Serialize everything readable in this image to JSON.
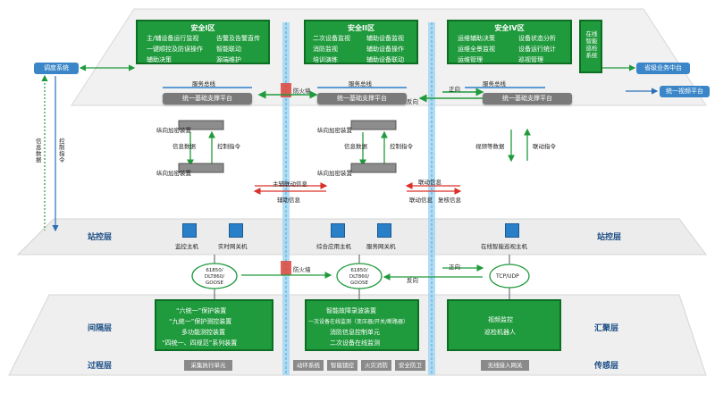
{
  "zones": {
    "z1": {
      "title": "安全I区",
      "items": [
        "主/辅设备运行监视",
        "告警及告警直传",
        "一键顺控及防误操作",
        "智能联动",
        "辅助决策",
        "源端维护"
      ]
    },
    "z2": {
      "title": "安全II区",
      "items": [
        "二次设备监视",
        "辅助设备监视",
        "消防监视",
        "辅助设备操作",
        "培训演练",
        "辅助设备联动"
      ]
    },
    "z4": {
      "title": "安全IV区",
      "items": [
        "运维辅助决策",
        "设备状态分析",
        "运维全景监视",
        "设备运行统计",
        "运维管理",
        "巡视管理"
      ]
    },
    "patrol": "在线智能巡检系统"
  },
  "platforms": {
    "p1": "统一基础支撑平台",
    "p2": "统一基础支撑平台",
    "p4": "统一基础支撑平台"
  },
  "bus": {
    "b1": "服务总线",
    "b2": "服务总线",
    "b4": "服务总线"
  },
  "external": {
    "dispatch": "调度系统",
    "supervision": "省级业务中台",
    "video": "统一视频平台"
  },
  "side_labels": {
    "info_data": "信息数据",
    "control_cmd": "控制指令"
  },
  "firewall": {
    "top": "防火墙",
    "bottom": "防火墙"
  },
  "direction": {
    "forward_top": "正向",
    "reverse_top": "反向",
    "forward_bottom": "正向",
    "reverse_bottom": "反向"
  },
  "crypto": {
    "a1": "纵向加密装置",
    "a2": "纵向加密装置",
    "b1": "纵向加密装置",
    "b2": "纵向加密装置"
  },
  "flow_labels": {
    "info_a": "信息数据",
    "ctrl_a": "控制指令",
    "info_b": "信息数据",
    "ctrl_b": "控制指令",
    "video_data": "视频等数据",
    "linkage_cmd": "联动指令",
    "main_aux_link": "主辅联动信息",
    "aux_info": "辅助信息",
    "link_info": "联动信息",
    "link_info2": "联动信息",
    "recheck_info": "复核信息"
  },
  "station": {
    "monitor_host": "监控主机",
    "rt_gateway": "实时网关机",
    "app_host": "综合应用主机",
    "svc_gateway": "服务网关机",
    "patrol_host": "在线智能巡视主机"
  },
  "layers": {
    "station_left": "站控层",
    "station_right": "站控层",
    "bay": "间隔层",
    "process": "过程层",
    "aggregation": "汇聚层",
    "sensing": "传感层"
  },
  "clouds": {
    "c1": "61850/ DLT860/ GOOSE",
    "c2": "61850/ DLT860/ GOOSE",
    "c3": "TCP/UDP"
  },
  "bay_boxes": {
    "left": [
      "“六统一”保护装置",
      "“九统一”保护测控装置",
      "多功能测控装置",
      "“四统一、四规范”系列装置"
    ],
    "mid": [
      "智能故障录波装置",
      "一次设备在线监测（变压器/开关/断路器）",
      "消防信息控制单元",
      "二次设备在线监测"
    ],
    "right": [
      "视频监控",
      "巡检机器人"
    ]
  },
  "process_tags": {
    "acq": "采集执行单元",
    "env": "动环系统",
    "smart_lock": "智能锁控",
    "fire": "火灾消防",
    "security": "安全防卫",
    "wireless": "无线接入网关"
  },
  "colors": {
    "green": "#1f9a3c",
    "blue_layer": "#1c4f86",
    "firewall": "#e0453a"
  }
}
